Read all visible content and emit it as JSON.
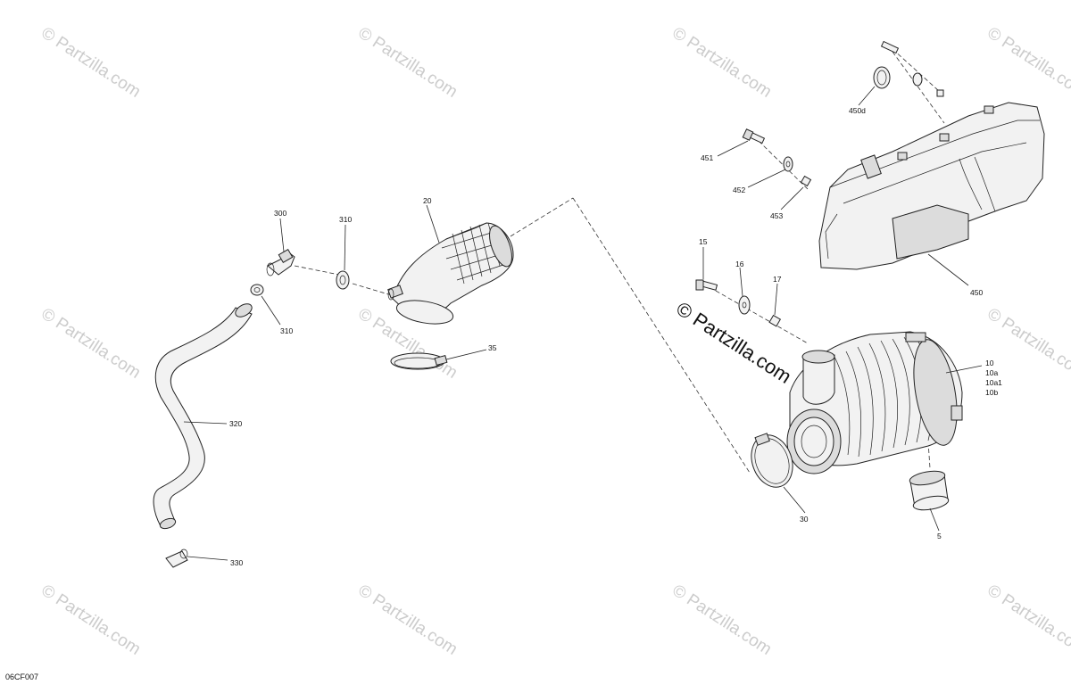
{
  "diagram_code": "06CF007",
  "watermark": {
    "text": "© Partzilla.com",
    "featured_text": "© Partzilla.com",
    "color": "#cccccc",
    "featured_color": "#111111"
  },
  "callouts": {
    "c300": "300",
    "c310a": "310",
    "c310b": "310",
    "c20": "20",
    "c35": "35",
    "c320": "320",
    "c330": "330",
    "c451": "451",
    "c452": "452",
    "c453": "453",
    "c450d": "450d",
    "c450": "450",
    "c15": "15",
    "c16": "16",
    "c17": "17",
    "c10": "10",
    "c10a": "10a",
    "c10a1": "10a1",
    "c10b": "10b",
    "c30": "30",
    "c5": "5"
  }
}
